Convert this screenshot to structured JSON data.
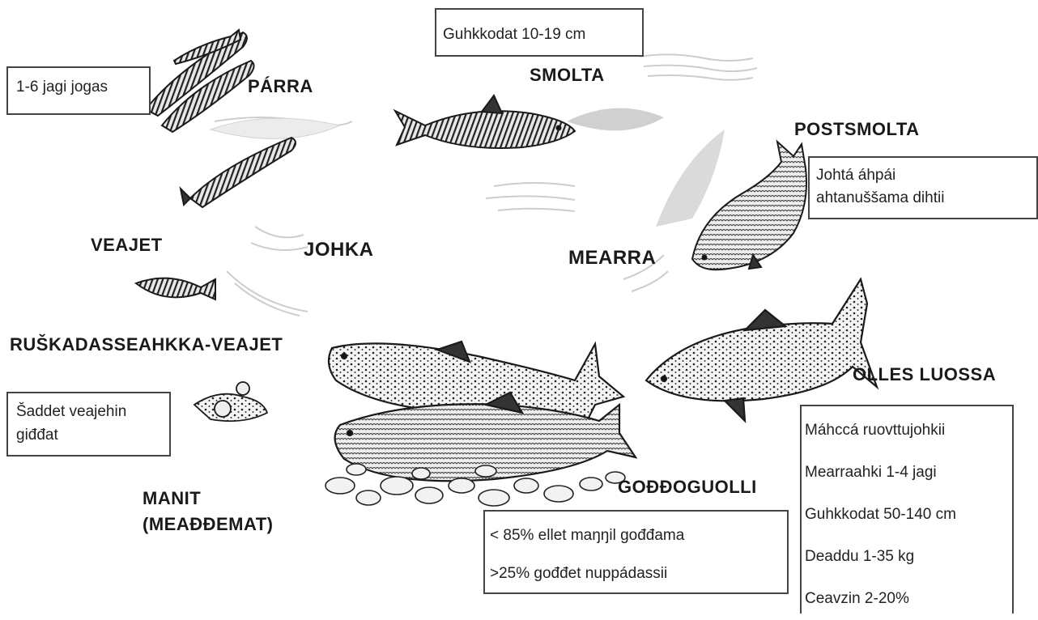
{
  "stages": {
    "smolt": "SMOLTA",
    "parr": "PÁRRA",
    "postsmolt": "POSTSMOLTA",
    "river": "JOHKA",
    "sea": "MEARRA",
    "fry": "VEAJET",
    "yolk_fry": "RUŠKADASSEAHKKA-VEAJET",
    "adult": "OLLES LUOSSA",
    "spawning": "GOĐĐOGUOLLI",
    "eggs_line1": "MANIT",
    "eggs_line2": "(MEAĐĐEMAT)"
  },
  "notes": {
    "smolt_length": "Guhkkodat 10-19 cm",
    "parr_years": "1-6 jagi jogas",
    "postsmolt_line1": "Johtá áhpái",
    "postsmolt_line2": "ahtanuššama dihtii",
    "hatch_line1": "Šaddet veajehin",
    "hatch_line2": "giđđat",
    "spawn_line1": "< 85% ellet maŋŋil gođđama",
    "spawn_line2": ">25% gođđet nuppádassii",
    "adult_lines": [
      "Máhccá ruovttujohkii",
      "Mearraahki 1-4 jagi",
      "Guhkkodat 50-140 cm",
      "Deaddu 1-35 kg",
      "Ceavzin 2-20%"
    ]
  },
  "colors": {
    "ink": "#1a1a1a",
    "shade": "#b8b8b8",
    "box_border": "#444444"
  }
}
